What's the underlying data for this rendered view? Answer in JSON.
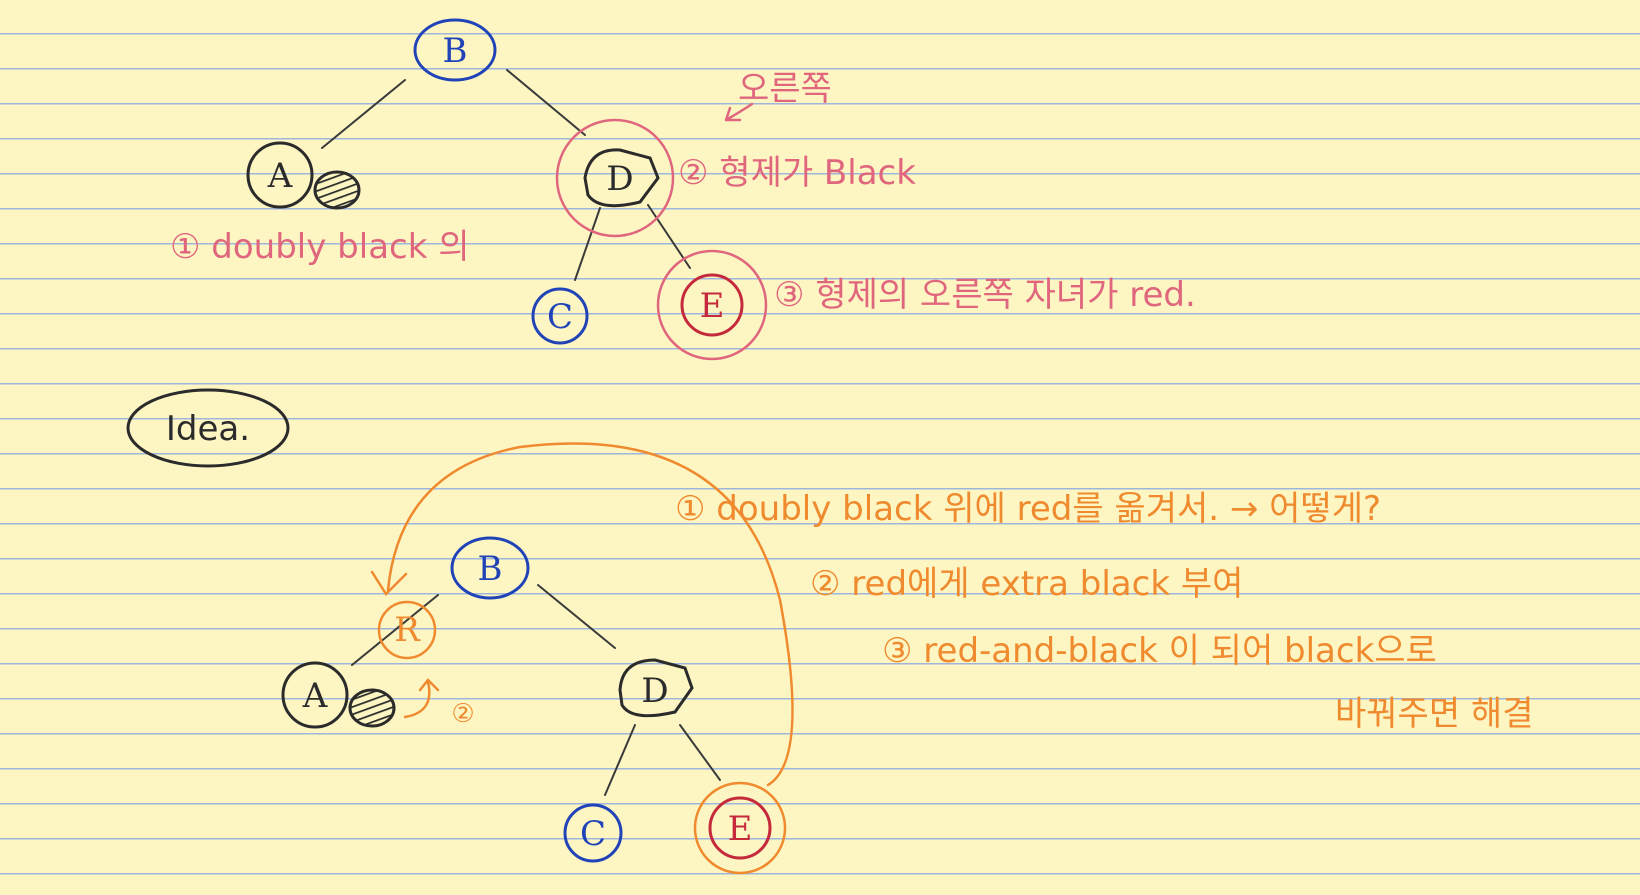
{
  "colors": {
    "paper": "#fdf6c3",
    "rule_line": "#9fb6dc",
    "ink_black": "#2b2b2b",
    "ink_blue": "#2044b8",
    "ink_red": "#c42a3c",
    "ink_pink": "#e0667e",
    "ink_orange": "#ef8a2e"
  },
  "top_tree": {
    "nodes": {
      "b": "B",
      "a": "A",
      "d": "D",
      "c": "C",
      "e": "E"
    },
    "notes": {
      "note1": "① doubly black 의",
      "note2": "② 형제가 Black",
      "note2_arrow_label": "오른쪽",
      "note3": "③ 형제의 오른쪽 자녀가 red."
    }
  },
  "idea": {
    "label": "Idea."
  },
  "bottom_tree": {
    "nodes": {
      "b": "B",
      "r": "R",
      "a": "A",
      "d": "D",
      "c": "C",
      "e": "E"
    },
    "step_marker": "②"
  },
  "idea_notes": {
    "step1": "① doubly black 위에 red를 옮겨서. → 어떻게?",
    "step2": "② red에게 extra black 부여",
    "step3_line1": "③ red-and-black 이 되어 black으로",
    "step3_line2": "바꿔주면 해결"
  },
  "icons": {
    "doubly_black_marker": "hatched-circle-icon"
  }
}
